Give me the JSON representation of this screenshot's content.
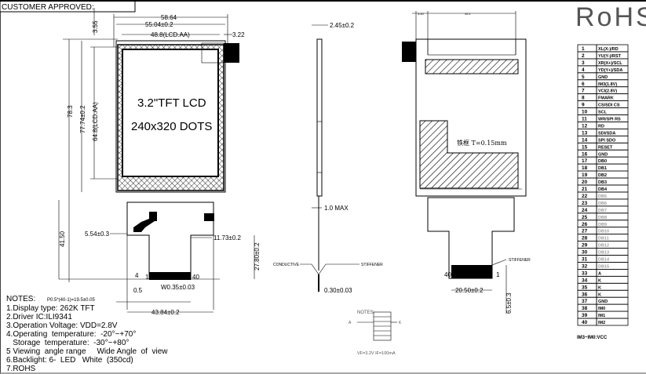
{
  "header": {
    "customer_approved": "CUSTOMER APPROVED:",
    "rohs_logo": "RoHS"
  },
  "front_view": {
    "title_line1": "3.2\"TFT  LCD",
    "title_line2": "240x320  DOTS",
    "dims": {
      "overall_width": "58.64",
      "outline_width": "55.04±0.2",
      "active_width": "48.8(LCD.AA)",
      "tab_offset": "3.22",
      "top_offset": "3.55",
      "overall_height": "78.3",
      "outline_height": "77.74±0.2",
      "active_height": "64.8(LCD.AA)",
      "fpc_length": "41.50",
      "fpc_left_offset": "5.54±0.3",
      "fpc_right_offset": "11.73±0.2",
      "fpc_tail_length": "27.80±0.2",
      "pin_pitch": "P0.5*(40-1)=19.5±0.05",
      "pin_width": "W0.35±0.03",
      "pin_gap": "0.5",
      "pin_len": "4",
      "pin_first": "1",
      "pin_last": "40",
      "fpc_width": "43.84±0.2"
    }
  },
  "notes": {
    "title": "NOTES:",
    "items": [
      "1.Display type: 262K  TFT",
      "2.Driver IC:ILI9341",
      "3.Operation  Voltage: VDD=2.8V",
      "4.Operating  temperature:  -20°~+70°",
      "   Storage  temperature:  -30°~+80°",
      "5 Viewing  angle range     Wide Angle  of  view",
      "6.Backlight: 6-  LED   White  (350cd)",
      "7.ROHS"
    ]
  },
  "side_view": {
    "thickness": "2.45±0.2",
    "fpc_max": "1.0  MAX",
    "conductive": "CONDUCTIVE",
    "stiffener": "STIFFENER",
    "fpc_thickness": "0.30±0.03"
  },
  "led_notes": {
    "title": "NOTES:",
    "a_label": "A",
    "k_label": "K",
    "spec": "VF=3.2V  IF=100mA"
  },
  "back_view": {
    "frame_label": "铁框 T=0.15mm",
    "dim_small": "3.40",
    "dim_top": "45.1",
    "stiffener": "STIFFENER",
    "pin_first": "1",
    "pin_last": "40",
    "connector_width": "20.50±0.2",
    "stiffener_len": "6.5±0.3"
  },
  "pin_table": {
    "pins": [
      {
        "no": "1",
        "name": "XL(X-)/RD"
      },
      {
        "no": "2",
        "name": "YU(Y-)/RST"
      },
      {
        "no": "3",
        "name": "XR(X+)/SCL"
      },
      {
        "no": "4",
        "name": "YD(Y+)/SDA"
      },
      {
        "no": "5",
        "name": "GND"
      },
      {
        "no": "6",
        "name": "IM3(1.8V)"
      },
      {
        "no": "7",
        "name": "VCI(2.8V)"
      },
      {
        "no": "8",
        "name": "FMARK"
      },
      {
        "no": "9",
        "name": "CS/SDI CS"
      },
      {
        "no": "10",
        "name": "SCL"
      },
      {
        "no": "11",
        "name": "WR/SPI RS"
      },
      {
        "no": "12",
        "name": "RD"
      },
      {
        "no": "13",
        "name": "SDI/SDA"
      },
      {
        "no": "14",
        "name": "SPI SDO"
      },
      {
        "no": "15",
        "name": "RESET"
      },
      {
        "no": "16",
        "name": "GND"
      },
      {
        "no": "17",
        "name": "DB0"
      },
      {
        "no": "18",
        "name": "DB1"
      },
      {
        "no": "19",
        "name": "DB2"
      },
      {
        "no": "20",
        "name": "DB3"
      },
      {
        "no": "21",
        "name": "DB4"
      },
      {
        "no": "22",
        "name": "DB5"
      },
      {
        "no": "23",
        "name": "DB6"
      },
      {
        "no": "24",
        "name": "DB7"
      },
      {
        "no": "25",
        "name": "DB8"
      },
      {
        "no": "26",
        "name": "DB9"
      },
      {
        "no": "27",
        "name": "DB10"
      },
      {
        "no": "28",
        "name": "DB11"
      },
      {
        "no": "29",
        "name": "DB12"
      },
      {
        "no": "30",
        "name": "DB13"
      },
      {
        "no": "31",
        "name": "DB14"
      },
      {
        "no": "32",
        "name": "DB15"
      },
      {
        "no": "33",
        "name": "A"
      },
      {
        "no": "34",
        "name": "K"
      },
      {
        "no": "35",
        "name": "K"
      },
      {
        "no": "36",
        "name": "K"
      },
      {
        "no": "37",
        "name": "GND"
      },
      {
        "no": "38",
        "name": "IM0"
      },
      {
        "no": "39",
        "name": "IM1"
      },
      {
        "no": "40",
        "name": "IM2"
      }
    ],
    "footnote": "IM3~IM0:VCC"
  }
}
